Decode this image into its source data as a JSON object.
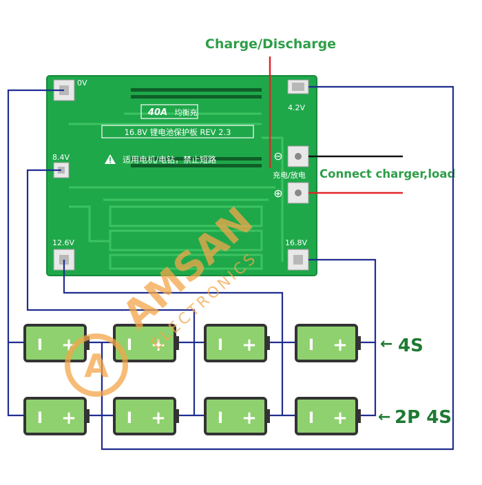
{
  "title": "Charge/Discharge",
  "connect_label": "Connect charger,load",
  "board": {
    "rating": "40A",
    "balance": "均衡充",
    "model": "16.8V 锂电池保护板 REV 2.3",
    "warning": "适用电机/电钻，禁止短路",
    "port_label": "充电/放电",
    "pads": {
      "v0": "0V",
      "v42": "4.2V",
      "v84": "8.4V",
      "v126": "12.6V",
      "v168": "16.8V"
    },
    "minus_symbol": "⊖",
    "plus_symbol": "⊕"
  },
  "battery": {
    "minus": "I",
    "plus": "+"
  },
  "config": {
    "series": "4S",
    "parallel": "2P 4S",
    "arrow": "←"
  },
  "watermark": {
    "brand": "AMSAN",
    "sub": "ELECTRONICS",
    "logo_letter": "A"
  },
  "colors": {
    "pcb": "#1fa84a",
    "wire_blue": "#1f2c8f",
    "wire_red": "#e0262b",
    "wire_black": "#111111",
    "cell_fill": "#8fd16e",
    "label_green": "#2e9e48",
    "watermark_orange": "#f4a64a"
  }
}
